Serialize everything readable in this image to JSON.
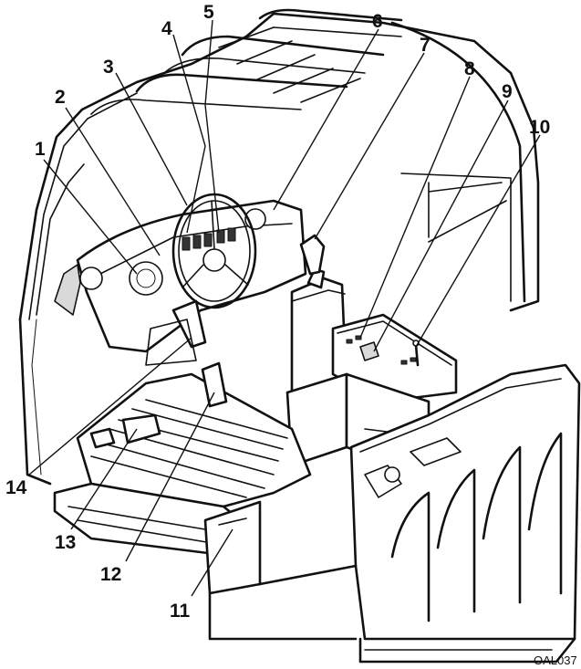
{
  "figure": {
    "id_label": "OAL037",
    "callouts": [
      {
        "num": "1"
      },
      {
        "num": "2"
      },
      {
        "num": "3"
      },
      {
        "num": "4"
      },
      {
        "num": "5"
      },
      {
        "num": "6"
      },
      {
        "num": "7"
      },
      {
        "num": "8"
      },
      {
        "num": "9"
      },
      {
        "num": "10"
      },
      {
        "num": "11"
      },
      {
        "num": "12"
      },
      {
        "num": "13"
      },
      {
        "num": "14"
      }
    ]
  }
}
